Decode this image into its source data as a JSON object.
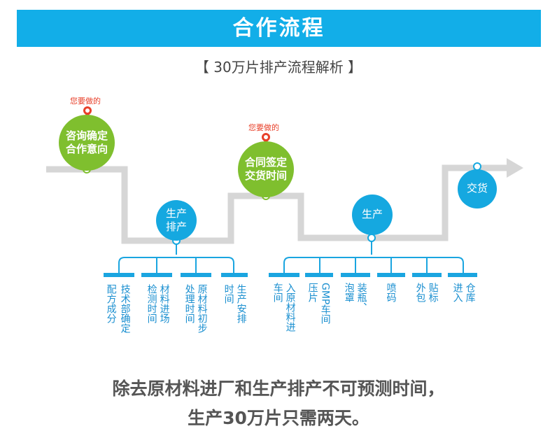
{
  "header": {
    "title": "合作流程",
    "subtitle": "【 30万片排产流程解析 】"
  },
  "flow": {
    "node_consult": {
      "pin_label": "您要做的",
      "line1": "咨询确定",
      "line2": "合作意向"
    },
    "node_contract": {
      "pin_label": "您要做的",
      "line1": "合同签定",
      "line2": "交货时间"
    },
    "node_schedule": {
      "line1": "生产",
      "line2": "排产"
    },
    "node_production": {
      "line1": "生产"
    },
    "node_delivery": {
      "line1": "交货"
    },
    "schedule_steps": [
      {
        "col1": "配方成分",
        "col2": "技术部确定"
      },
      {
        "col1": "检测时间",
        "col2": "材料进场"
      },
      {
        "col1": "处理时间",
        "col2": "原材料初步"
      },
      {
        "col1": "时间",
        "col2": "生产安排"
      }
    ],
    "production_steps": [
      {
        "col1": "车间",
        "col2": "入原材料进"
      },
      {
        "col1": "压片",
        "col2": "GMP车间"
      },
      {
        "col1": "泡罩",
        "col2": "装瓶、"
      },
      {
        "col1": "喷码",
        "col2": ""
      },
      {
        "col1": "外包",
        "col2": "贴标"
      },
      {
        "col1": "进入",
        "col2": "仓库"
      }
    ]
  },
  "footer": {
    "line1": "除去原材料进厂和生产排产不可预测时间，",
    "line2": "生产30万片只需两天。"
  },
  "colors": {
    "banner": "#12aee8",
    "green_node": "#7fbf2e",
    "blue_node": "#15a8e0",
    "flow_line": "#d6d6d6",
    "pin": "#e8402a"
  }
}
